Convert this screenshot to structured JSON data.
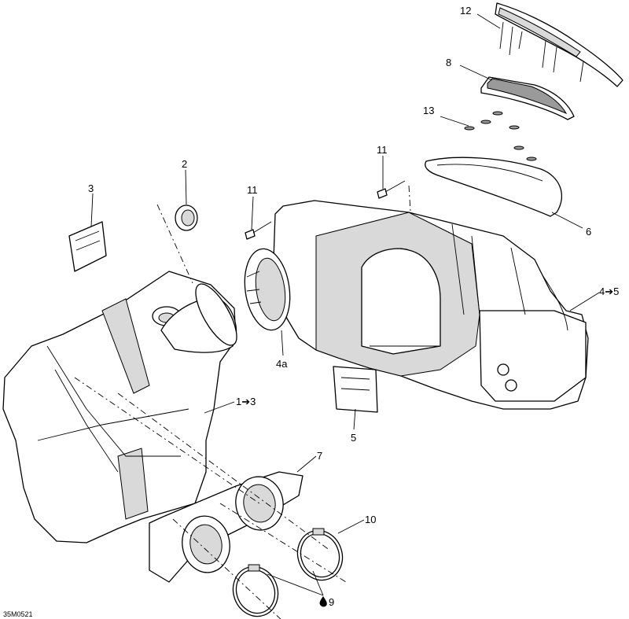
{
  "reference_code": "35M0521",
  "callouts": {
    "c12": "12",
    "c8": "8",
    "c13": "13",
    "c11a": "11",
    "c11b": "11",
    "c6": "6",
    "c2": "2",
    "c3": "3",
    "c4to5": "4➔5",
    "c4a": "4a",
    "c1to3": "1➔3",
    "c5": "5",
    "c7": "7",
    "c10": "10",
    "c9": "9"
  },
  "colors": {
    "line": "#000000",
    "shade": "#d9d9d9",
    "dark": "#9a9a9a"
  }
}
